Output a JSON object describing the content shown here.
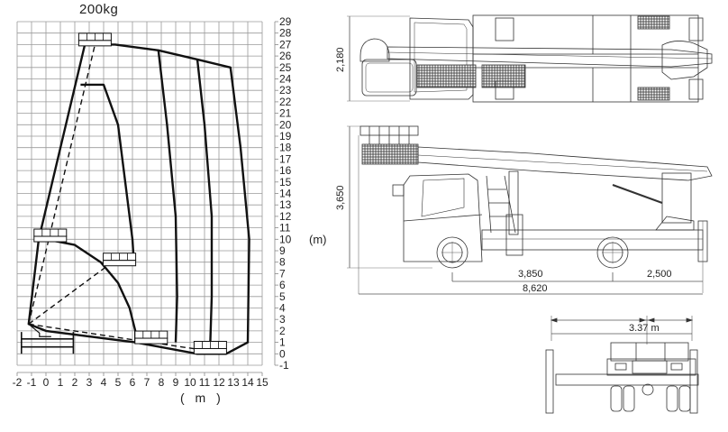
{
  "chart_data": {
    "type": "line",
    "title": "200kg",
    "xlabel": "( m )",
    "ylabel": "(m)",
    "xlim": [
      -2,
      15
    ],
    "ylim": [
      -1,
      29
    ],
    "grid": true,
    "x_ticks": [
      "-2",
      "-1",
      "0",
      "1",
      "2",
      "3",
      "4",
      "5",
      "6",
      "7",
      "8",
      "9",
      "10",
      "11",
      "12",
      "13",
      "14",
      "15"
    ],
    "y_ticks": [
      "29",
      "28",
      "27",
      "26",
      "25",
      "24",
      "23",
      "22",
      "21",
      "20",
      "19",
      "18",
      "17",
      "16",
      "15",
      "14",
      "13",
      "12",
      "11",
      "10",
      "9",
      "8",
      "7",
      "6",
      "5",
      "4",
      "3",
      "2",
      "1",
      "0",
      "-1"
    ],
    "series": [
      {
        "name": "outer-envelope",
        "style": "solid",
        "points": [
          [
            -0.5,
            10
          ],
          [
            2.7,
            27
          ],
          [
            4.8,
            27
          ],
          [
            7.8,
            26.5
          ],
          [
            10.5,
            25.7
          ],
          [
            12.8,
            25
          ],
          [
            13.5,
            18
          ],
          [
            14.1,
            10
          ],
          [
            14,
            1
          ],
          [
            12.5,
            0
          ],
          [
            10.5,
            0
          ],
          [
            6.2,
            1
          ]
        ]
      },
      {
        "name": "inner-top-envelope",
        "style": "solid",
        "points": [
          [
            2.4,
            23.5
          ],
          [
            4,
            23.5
          ],
          [
            5,
            20
          ],
          [
            6,
            10
          ],
          [
            6.1,
            8
          ]
        ]
      },
      {
        "name": "boom-arc-1",
        "style": "solid",
        "points": [
          [
            7.8,
            26.5
          ],
          [
            8.4,
            20
          ],
          [
            9,
            12
          ],
          [
            9.1,
            5
          ],
          [
            9,
            1
          ]
        ]
      },
      {
        "name": "boom-arc-2",
        "style": "solid",
        "points": [
          [
            10.5,
            25.7
          ],
          [
            11,
            20
          ],
          [
            11.5,
            12
          ],
          [
            11.5,
            5
          ],
          [
            11.4,
            1
          ]
        ]
      },
      {
        "name": "lower-arc",
        "style": "solid",
        "points": [
          [
            0,
            10
          ],
          [
            2,
            9.5
          ],
          [
            3.8,
            8
          ],
          [
            5,
            6.2
          ],
          [
            5.8,
            4
          ],
          [
            6.2,
            2
          ],
          [
            6.2,
            1
          ]
        ]
      },
      {
        "name": "lower-envelope",
        "style": "solid",
        "points": [
          [
            -0.5,
            10
          ],
          [
            -1.2,
            2.6
          ],
          [
            0,
            2
          ],
          [
            6.2,
            1
          ]
        ]
      },
      {
        "name": "boom-dash-vertical",
        "style": "dash",
        "points": [
          [
            -1.2,
            2.6
          ],
          [
            3.4,
            27
          ]
        ]
      },
      {
        "name": "boom-dash-mid",
        "style": "dash",
        "points": [
          [
            -1.2,
            2.6
          ],
          [
            4.4,
            7.8
          ]
        ]
      },
      {
        "name": "boom-dash-low",
        "style": "dash",
        "points": [
          [
            -1.2,
            2.6
          ],
          [
            6.2,
            1.2
          ],
          [
            10.5,
            0.4
          ]
        ]
      }
    ],
    "platforms": [
      {
        "name": "platform-top",
        "x": 3.4,
        "y": 27.2
      },
      {
        "name": "platform-upper-left",
        "x": 0.3,
        "y": 10.1
      },
      {
        "name": "platform-mid",
        "x": 5.1,
        "y": 8.0
      },
      {
        "name": "platform-low-mid",
        "x": 7.3,
        "y": 1.2
      },
      {
        "name": "platform-low-right",
        "x": 11.4,
        "y": 0.3
      }
    ]
  },
  "truck_drawing": {
    "top_view_width": "2,180",
    "side_view_height": "3,650",
    "wheelbase_front": "3,850",
    "rear_overhang": "2,500",
    "overall_length": "8,620",
    "outrigger_span": "3.37 m"
  }
}
